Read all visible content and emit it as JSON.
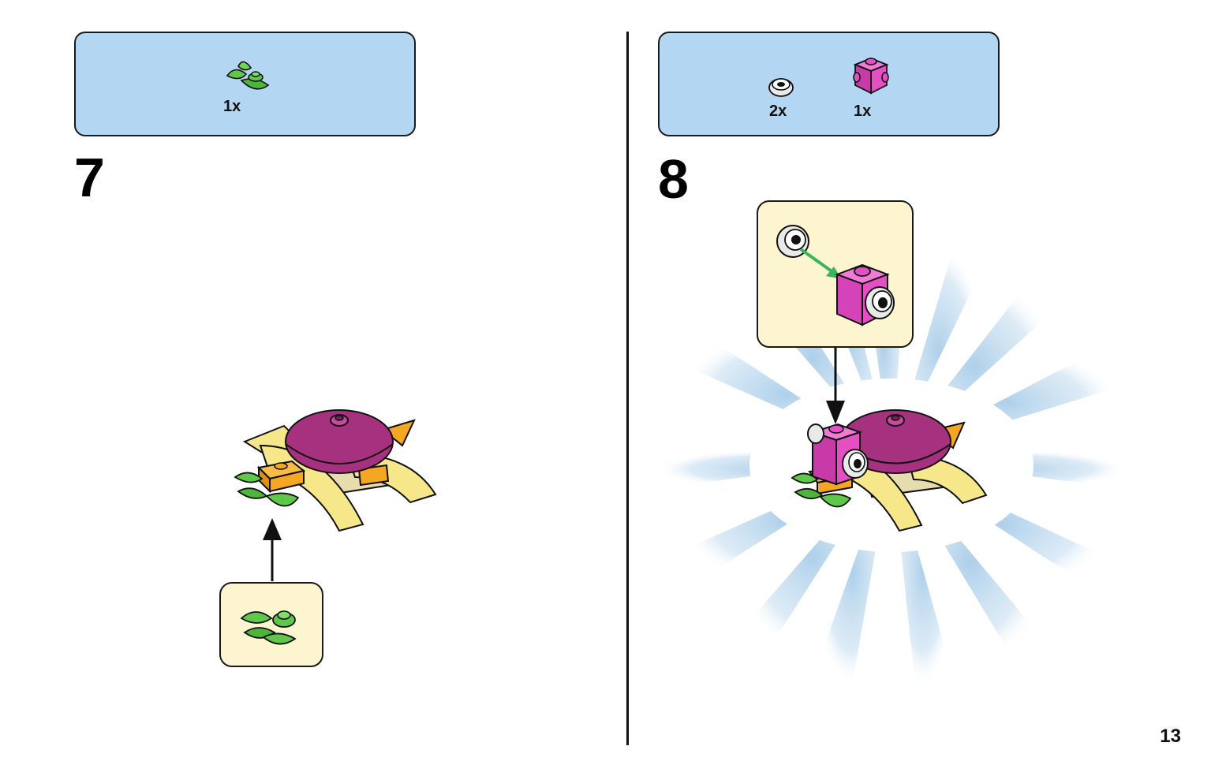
{
  "page_number": "13",
  "steps": [
    {
      "number": "7",
      "parts": [
        {
          "icon": "green-leaf-plate-icon",
          "quantity": "1x"
        }
      ]
    },
    {
      "number": "8",
      "parts": [
        {
          "icon": "white-eye-tile-icon",
          "quantity": "2x"
        },
        {
          "icon": "magenta-studs-brick-icon",
          "quantity": "1x"
        }
      ]
    }
  ],
  "colors": {
    "parts_box": "#b3d6f2",
    "callout": "#fdf5cf",
    "purple_dome": "#a6317e",
    "yellow_arch": "#f7e78b",
    "leaf_green": "#5fc84a",
    "orange": "#f5a623",
    "magenta": "#e44fc4",
    "burst": "#a9cde9"
  }
}
